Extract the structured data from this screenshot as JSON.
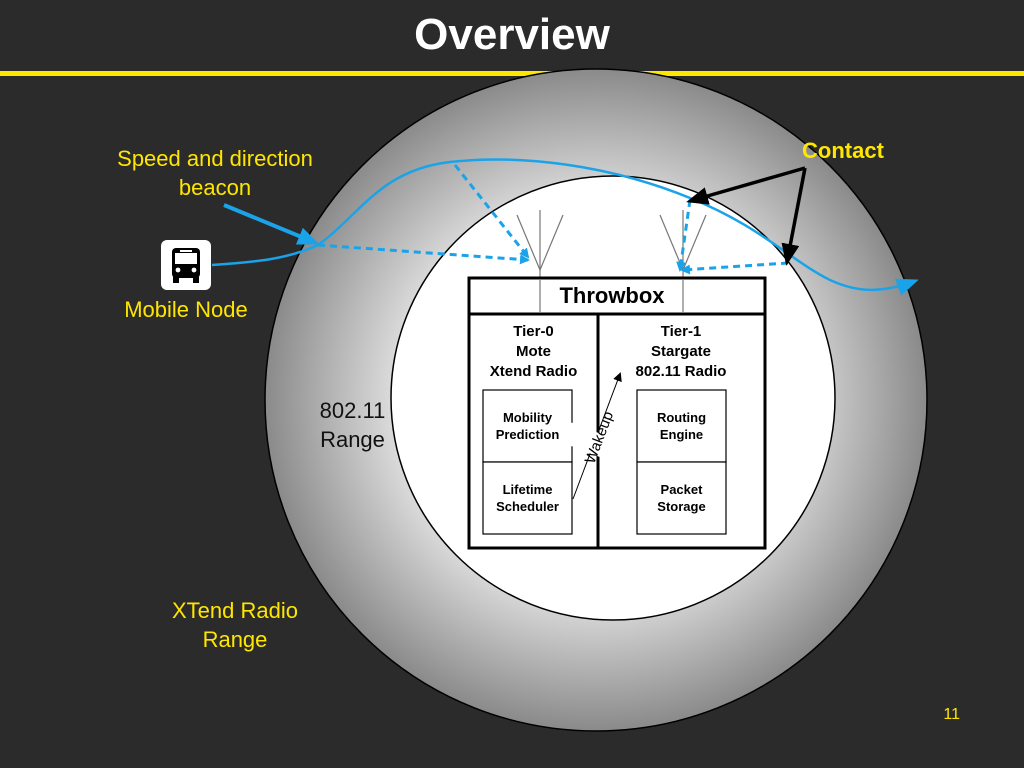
{
  "title": "Overview",
  "page_number": "11",
  "labels": {
    "beacon": "Speed and direction beacon",
    "mobile_node": "Mobile Node",
    "contact": "Contact",
    "wifi_range_line1": "802.11",
    "wifi_range_line2": "Range",
    "xtend_range_line1": "XTend Radio",
    "xtend_range_line2": "Range"
  },
  "throwbox": {
    "title": "Throwbox",
    "tier0": {
      "line1": "Tier-0",
      "line2": "Mote",
      "line3": "Xtend Radio",
      "module1_line1": "Mobility",
      "module1_line2": "Prediction",
      "module2_line1": "Lifetime",
      "module2_line2": "Scheduler"
    },
    "tier1": {
      "line1": "Tier-1",
      "line2": "Stargate",
      "line3": "802.11 Radio",
      "module1_line1": "Routing",
      "module1_line2": "Engine",
      "module2_line1": "Packet",
      "module2_line2": "Storage"
    },
    "wakeup": "Wakeup"
  },
  "colors": {
    "background": "#2b2b2b",
    "accent_yellow": "#ffe600",
    "path_blue": "#1aa3e8",
    "title_white": "#ffffff"
  },
  "icons": [
    "bus-icon",
    "antenna-icon"
  ]
}
